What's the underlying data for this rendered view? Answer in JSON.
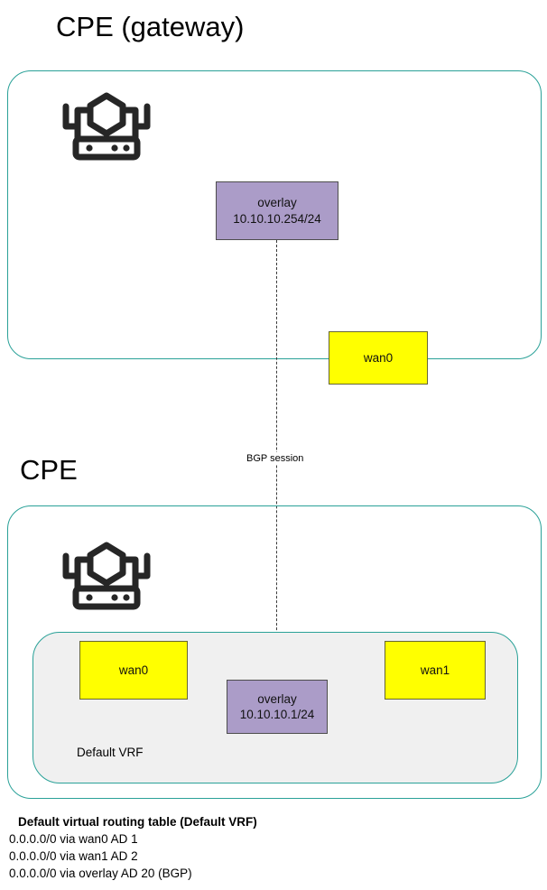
{
  "diagram": {
    "title_gateway": "CPE (gateway)",
    "title_cpe": "CPE",
    "bgp_session_label": "BGP session",
    "vrf_label": "Default VRF",
    "colors": {
      "container_border": "#2aa198",
      "wan_fill": "#ffff00",
      "wan_border": "#666633",
      "overlay_fill": "#ab9cc8",
      "overlay_border": "#4d4d4d",
      "vrf_fill": "#f0f0f0",
      "link_stroke": "#3a3a3a",
      "icon_stroke": "#262626"
    }
  },
  "gateway": {
    "device_icon": "router-icon",
    "overlay_interface": {
      "name": "overlay",
      "address": "10.10.10.254/24"
    },
    "wan_interface": {
      "name": "wan0"
    }
  },
  "cpe": {
    "device_icon": "router-icon",
    "vrf": {
      "label": "Default VRF",
      "interfaces": [
        {
          "name": "wan0",
          "type": "wan"
        },
        {
          "name": "overlay",
          "address": "10.10.10.1/24",
          "type": "overlay"
        },
        {
          "name": "wan1",
          "type": "wan"
        }
      ]
    }
  },
  "routing_table": {
    "title": "Default virtual routing table (Default VRF)",
    "routes": [
      "0.0.0.0/0 via wan0 AD 1",
      "0.0.0.0/0 via wan1 AD 2",
      "0.0.0.0/0 via overlay AD 20 (BGP)"
    ]
  }
}
